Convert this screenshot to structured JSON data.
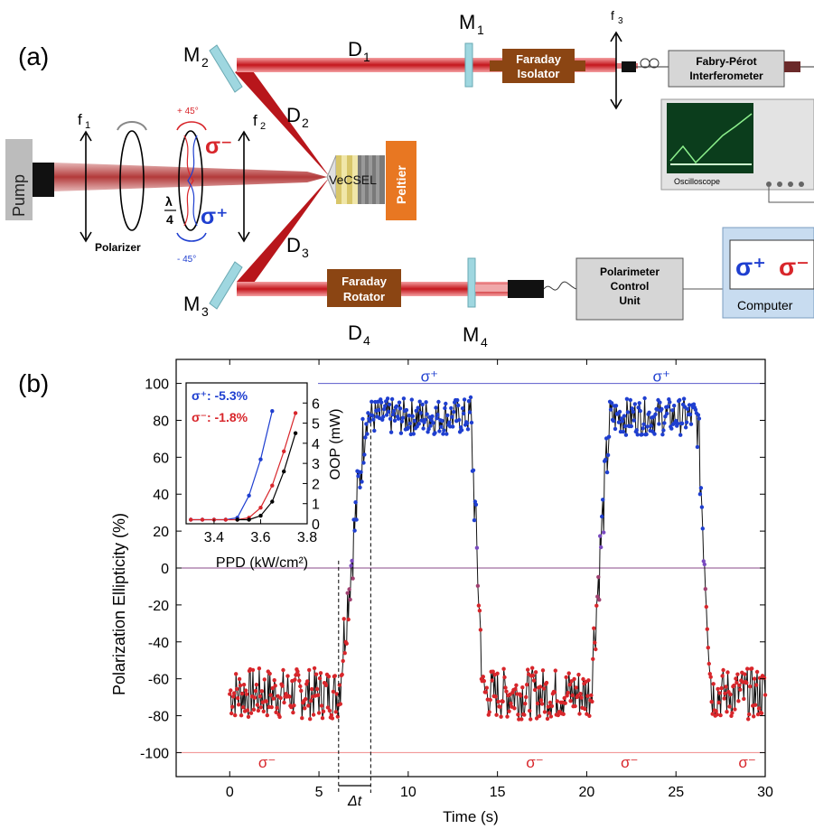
{
  "panel_a": {
    "label": "(a)",
    "pump": "Pump",
    "polarizer": "Polarizer",
    "f1": "f",
    "f1_sub": "1",
    "f2": "f",
    "f2_sub": "2",
    "plus45": "+ 45°",
    "minus45": "- 45°",
    "quarter_num": "λ",
    "quarter_den": "4",
    "sigma_minus": "σ⁻",
    "sigma_plus": "σ⁺",
    "vecsel": "VeCSEL",
    "peltier": "Peltier",
    "m1": "M",
    "m1_sub": "1",
    "m2": "M",
    "m2_sub": "2",
    "m3": "M",
    "m3_sub": "3",
    "m4": "M",
    "m4_sub": "4",
    "d1": "D",
    "d1_sub": "1",
    "d2": "D",
    "d2_sub": "2",
    "d3": "D",
    "d3_sub": "3",
    "d4": "D",
    "d4_sub": "4",
    "faraday_isolator_1": "Faraday",
    "faraday_isolator_2": "Isolator",
    "faraday_rotator_1": "Faraday",
    "faraday_rotator_2": "Rotator",
    "f3": "f",
    "f3_sub": "3",
    "fp_1": "Fabry-Pérot",
    "fp_2": "Interferometer",
    "oscilloscope": "Oscilloscope",
    "polarimeter_1": "Polarimeter",
    "polarimeter_2": "Control",
    "polarimeter_3": "Unit",
    "computer": "Computer",
    "computer_sp": "σ⁺",
    "computer_sm": "σ⁻"
  },
  "panel_b": {
    "label": "(b)",
    "sigma_plus": "σ⁺",
    "sigma_minus": "σ⁻",
    "delta_t": "Δt"
  },
  "colors": {
    "beam": "#d8262b",
    "mirror": "#9fd7e0",
    "faraday": "#8b4513",
    "peltier": "#e87722",
    "box": "#d6d6d6",
    "sigma_plus": "#1f3fd0",
    "sigma_minus": "#d8262b"
  },
  "chart_data": [
    {
      "type": "scatter",
      "title": "",
      "xlabel": "Time (s)",
      "ylabel": "Polarization Ellipticity (%)",
      "xlim": [
        -3,
        30
      ],
      "ylim": [
        -113,
        113
      ],
      "xticks": [
        0,
        5,
        10,
        15,
        20,
        25,
        30
      ],
      "yticks": [
        -100,
        -80,
        -60,
        -40,
        -20,
        0,
        20,
        40,
        60,
        80,
        100
      ],
      "reference_lines": [
        100,
        0,
        -100
      ],
      "annotations": [
        "σ⁺",
        "σ⁺",
        "σ⁻",
        "σ⁻",
        "σ⁻",
        "σ⁻",
        "Δt"
      ],
      "delta_t_range": [
        6.1,
        7.9
      ],
      "segments": [
        {
          "x_start": 0,
          "x_end": 6.1,
          "level": -68
        },
        {
          "x_start": 6.1,
          "x_end": 7.6,
          "level": "rising"
        },
        {
          "x_start": 7.6,
          "x_end": 13.5,
          "level": 82
        },
        {
          "x_start": 13.5,
          "x_end": 14.2,
          "level": "falling"
        },
        {
          "x_start": 14.2,
          "x_end": 20.2,
          "level": -68
        },
        {
          "x_start": 20.2,
          "x_end": 21.3,
          "level": "rising"
        },
        {
          "x_start": 21.3,
          "x_end": 26.2,
          "level": 82
        },
        {
          "x_start": 26.2,
          "x_end": 27.0,
          "level": "falling"
        },
        {
          "x_start": 27.0,
          "x_end": 30,
          "level": -68
        }
      ],
      "series": [
        {
          "name": "σ⁺",
          "color": "#1f3fd0"
        },
        {
          "name": "σ⁻",
          "color": "#d8262b"
        }
      ]
    },
    {
      "type": "line",
      "title": "",
      "xlabel": "PPD (kW/cm²)",
      "ylabel": "OOP (mW)",
      "xlim": [
        3.28,
        3.8
      ],
      "ylim": [
        0,
        7
      ],
      "xticks": [
        3.4,
        3.6,
        3.8
      ],
      "yticks": [
        0,
        1,
        2,
        3,
        4,
        5,
        6
      ],
      "legend": [
        {
          "label": "σ⁺",
          "value": ": -5.3%",
          "color": "#1f3fd0"
        },
        {
          "label": "σ⁻",
          "value": ": -1.8%",
          "color": "#d8262b"
        }
      ],
      "series": [
        {
          "name": "σ⁺",
          "color": "#1f3fd0",
          "x": [
            3.3,
            3.35,
            3.4,
            3.45,
            3.5,
            3.55,
            3.6,
            3.65
          ],
          "y": [
            0.2,
            0.2,
            0.2,
            0.2,
            0.3,
            1.4,
            3.2,
            5.6
          ]
        },
        {
          "name": "σ⁻",
          "color": "#d8262b",
          "x": [
            3.3,
            3.35,
            3.4,
            3.45,
            3.5,
            3.55,
            3.6,
            3.65,
            3.7,
            3.75
          ],
          "y": [
            0.2,
            0.2,
            0.2,
            0.2,
            0.2,
            0.3,
            0.8,
            1.9,
            3.6,
            5.5
          ]
        },
        {
          "name": "",
          "color": "#000000",
          "x": [
            3.5,
            3.55,
            3.6,
            3.65,
            3.7,
            3.75
          ],
          "y": [
            0.2,
            0.2,
            0.4,
            1.1,
            2.6,
            4.5
          ]
        }
      ]
    }
  ]
}
